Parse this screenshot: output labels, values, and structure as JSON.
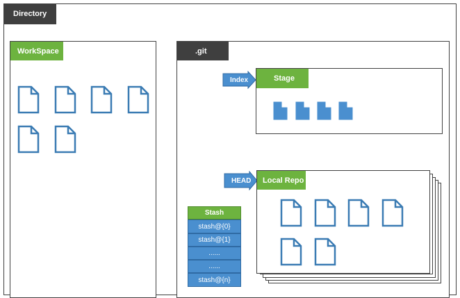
{
  "directory": {
    "title": "Directory"
  },
  "workspace": {
    "title": "WorkSpace",
    "file_icon": "document-outline-icon",
    "file_count": 6
  },
  "git": {
    "title": ".git"
  },
  "stage": {
    "title": "Stage",
    "pointer_label": "Index",
    "file_icon": "document-filled-icon",
    "file_count": 4
  },
  "local_repo": {
    "title": "Local Repo",
    "pointer_label": "HEAD",
    "file_icon": "document-outline-icon",
    "file_count": 6
  },
  "stash": {
    "title": "Stash",
    "entries": [
      "stash@{0}",
      "stash@{1}",
      "......",
      "......",
      "stash@{n}"
    ]
  },
  "colors": {
    "green": "#6db33f",
    "dark": "#3f3f3f",
    "blue": "#4a8fcf",
    "file_outline": "#3a7bb3"
  }
}
